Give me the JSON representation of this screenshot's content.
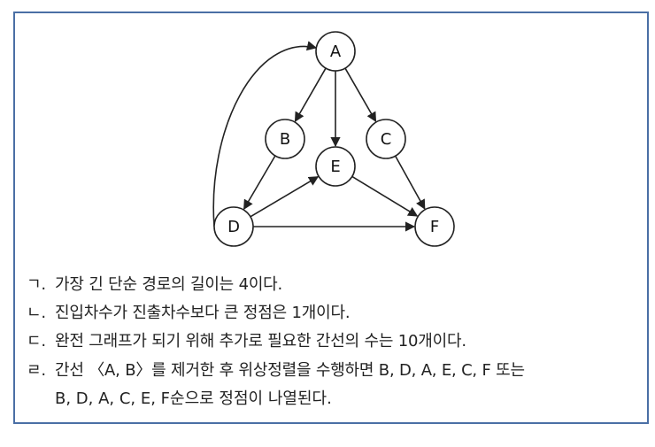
{
  "graph": {
    "nodes": [
      "A",
      "B",
      "C",
      "D",
      "E",
      "F"
    ],
    "edges": [
      [
        "A",
        "B"
      ],
      [
        "A",
        "E"
      ],
      [
        "A",
        "C"
      ],
      [
        "B",
        "D"
      ],
      [
        "D",
        "E"
      ],
      [
        "D",
        "F"
      ],
      [
        "E",
        "F"
      ],
      [
        "C",
        "F"
      ],
      [
        "D",
        "A"
      ]
    ]
  },
  "statements": [
    {
      "marker": "ㄱ.",
      "text": "가장 긴 단순 경로의 길이는 4이다."
    },
    {
      "marker": "ㄴ.",
      "text": "진입차수가 진출차수보다 큰 정점은 1개이다."
    },
    {
      "marker": "ㄷ.",
      "text": "완전 그래프가 되기 위해 추가로 필요한 간선의 수는 10개이다."
    },
    {
      "marker": "ㄹ.",
      "text": "간선 〈A, B〉를 제거한 후 위상정렬을 수행하면 B, D, A, E, C, F 또는",
      "continuation": "B, D, A, C, E, F순으로 정점이 나열된다."
    }
  ],
  "colors": {
    "border": "#4a6fa5",
    "stroke": "#222222"
  }
}
